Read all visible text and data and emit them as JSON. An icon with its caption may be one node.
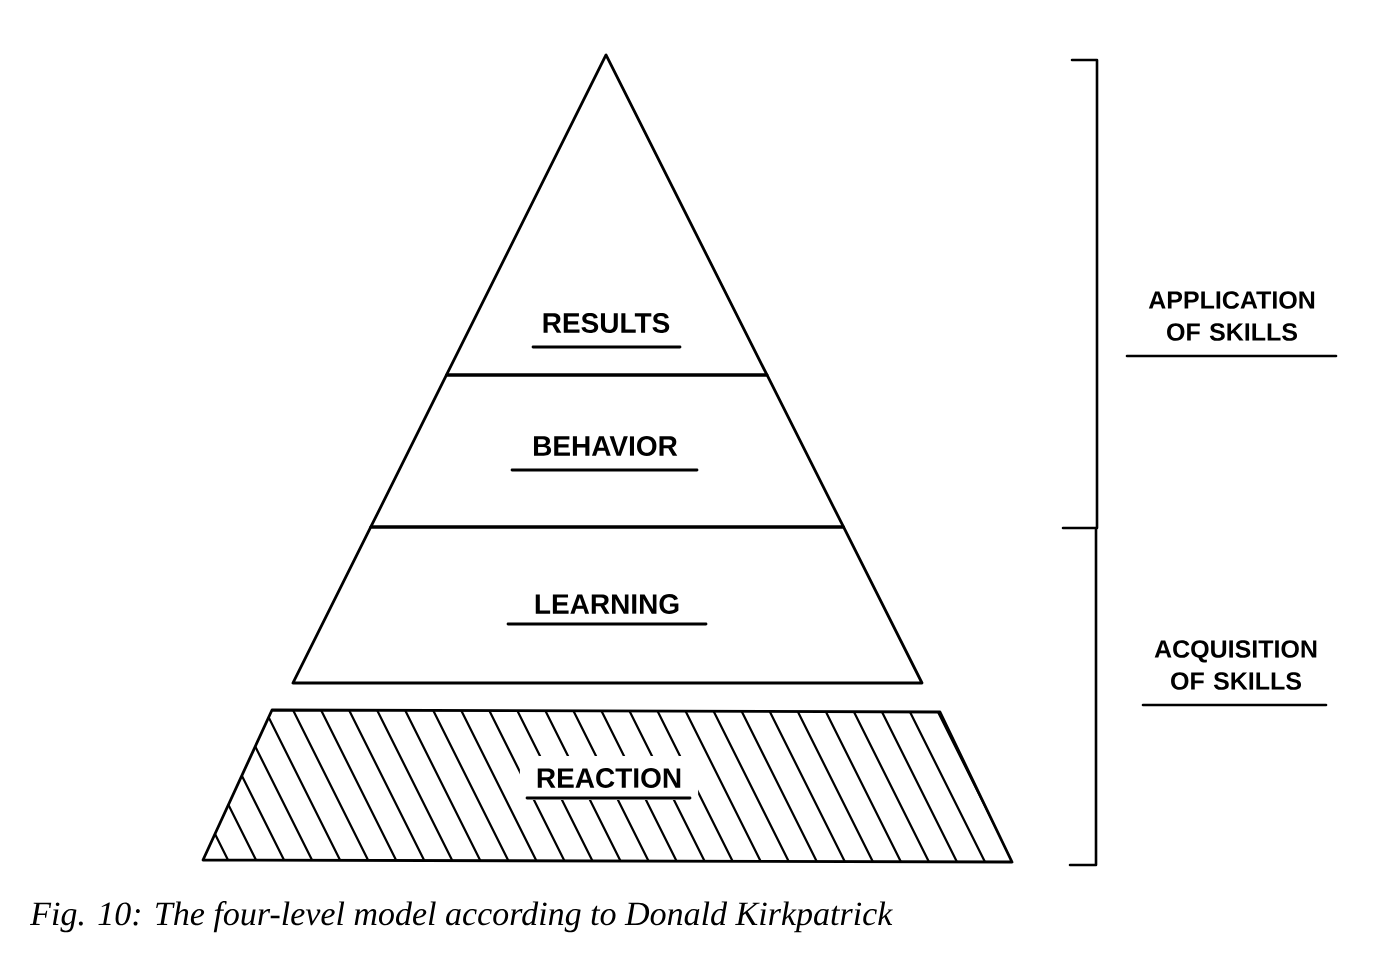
{
  "diagram": {
    "caption": "Fig. 10: The four-level model according to Donald Kirkpatrick",
    "nodes": [
      {
        "text": [
          "RESULTS"
        ]
      },
      {
        "text": [
          "BEHAVIOR"
        ]
      },
      {
        "text": [
          "LEARNING"
        ]
      },
      {
        "text": [
          "REACTION"
        ]
      }
    ],
    "labels": [
      "APPLICATION OF SKILLS",
      "ACQUISITION OF SKILLS"
    ]
  }
}
